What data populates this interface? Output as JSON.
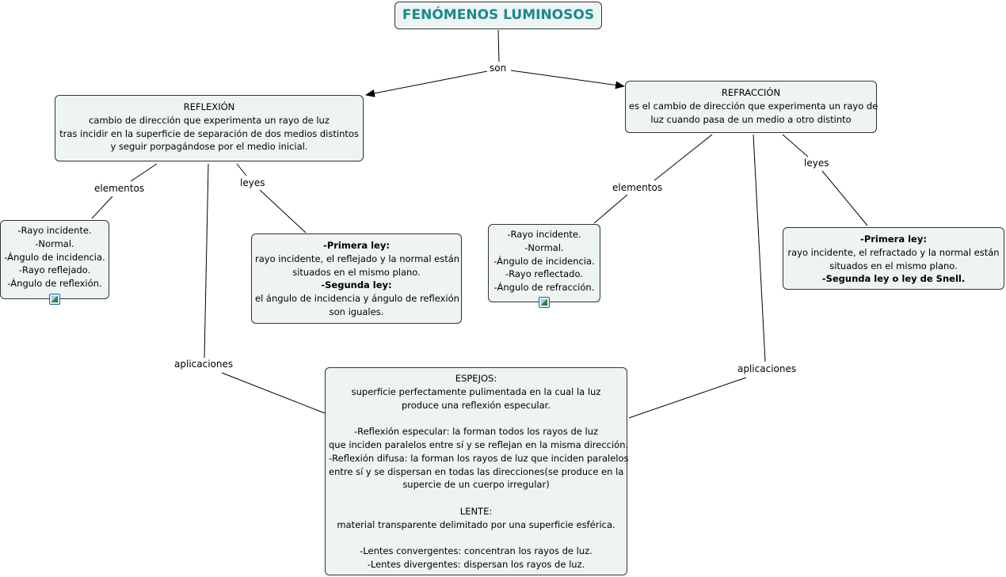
{
  "title": "FENÓMENOS LUMINOSOS",
  "link_labels": {
    "son": "son",
    "elementos_left": "elementos",
    "leyes_left": "leyes",
    "aplicaciones_left": "aplicaciones",
    "elementos_right": "elementos",
    "leyes_right": "leyes",
    "aplicaciones_right": "aplicaciones"
  },
  "reflexion": {
    "lines": [
      "REFLEXIÓN",
      "cambio de dirección que experimenta un rayo de luz",
      "tras incidir en la superficie de separación de dos medios distintos",
      "y seguir porpagándose por el medio inicial."
    ]
  },
  "refraccion": {
    "lines": [
      "REFRACCIÓN",
      "es el cambio de dirección que experimenta un rayo de",
      "luz cuando pasa de un medio a otro distinto"
    ]
  },
  "elementos_reflexion": {
    "lines": [
      "-Rayo incidente.",
      "-Normal.",
      "-Ángulo de incidencia.",
      "-Rayo reflejado.",
      "-Ángulo de reflexión."
    ],
    "icon": "image-icon"
  },
  "leyes_reflexion": {
    "primera_prefix": "-",
    "primera_title": "Primera ley:",
    "primera_lines": [
      "rayo incidente, el reflejado y la normal están",
      "situados en el mismo plano."
    ],
    "segunda_prefix": "-",
    "segunda_title": "Segunda ley:",
    "segunda_lines": [
      "el ángulo de incidencia y ángulo de reflexión",
      "son iguales."
    ]
  },
  "elementos_refraccion": {
    "lines": [
      "-Rayo incidente.",
      "-Normal.",
      "-Ángulo de incidencia.",
      "-Rayo reflectado.",
      "-Ángulo de refracción."
    ],
    "icon": "image-icon"
  },
  "leyes_refraccion": {
    "primera_prefix": "-",
    "primera_title": "Primera ley:",
    "primera_lines": [
      "rayo incidente, el refractado y la normal están",
      "situados en el mismo plano."
    ],
    "segunda_prefix": "-",
    "segunda_title": "Segunda ley o ley de Snell."
  },
  "aplicaciones": {
    "lines": [
      "ESPEJOS:",
      "superficie perfectamente pulimentada en la cual la luz",
      "produce una reflexión especular.",
      "",
      "-Reflexión especular: la forman todos los rayos de luz",
      "que inciden paralelos entre sí y se reflejan en la misma dirección.",
      "-Reflexión difusa: la forman los rayos de luz que inciden paralelos",
      "entre sí y se dispersan en todas las direcciones(se produce en la",
      "supercie de un cuerpo irregular)",
      "",
      "LENTE:",
      "material transparente delimitado por una superficie esférica.",
      "",
      "-Lentes convergentes: concentran los rayos de luz.",
      "-Lentes divergentes: dispersan los rayos de luz."
    ]
  },
  "colors": {
    "title_text": "#1a8a8a",
    "node_fill": "#eef3f3",
    "border": "#333333",
    "link": "#000000"
  }
}
